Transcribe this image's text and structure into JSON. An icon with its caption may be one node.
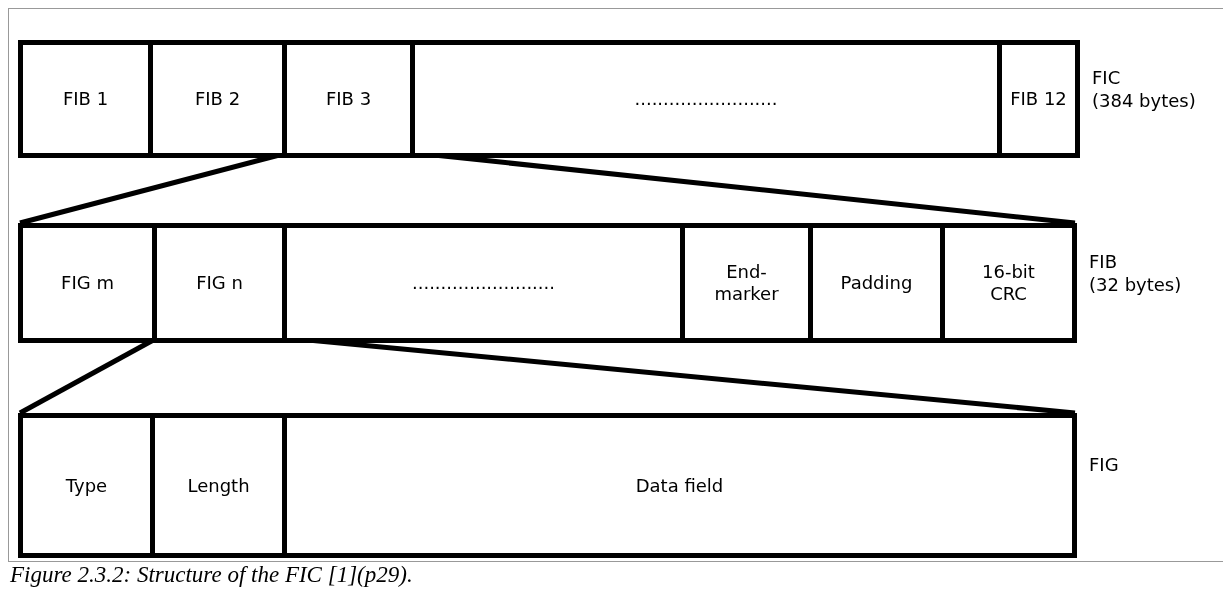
{
  "diagram": {
    "caption": "Figure 2.3.2: Structure of the FIC [1](p29).",
    "nodes": [
      {
        "text": [],
        "shape": "box",
        "beside": [
          "FIC (384 bytes)"
        ]
      },
      {
        "text": [
          "FIB 1"
        ],
        "in": 0
      },
      {
        "text": [
          "FIB 2"
        ],
        "in": 0
      },
      {
        "text": [
          "FIB 3"
        ],
        "in": 0
      },
      {
        "text": [
          "........................."
        ],
        "in": 0
      },
      {
        "text": [
          "FIB 12"
        ],
        "in": 0
      },
      {
        "text": [],
        "shape": "box",
        "beside": [
          "FIB (32 bytes)"
        ]
      },
      {
        "text": [
          "FIG m"
        ],
        "in": 6
      },
      {
        "text": [
          "FIG n"
        ],
        "in": 6
      },
      {
        "text": [
          "........................."
        ],
        "in": 6
      },
      {
        "text": [
          "End- marker"
        ],
        "in": 6
      },
      {
        "text": [
          "Padding"
        ],
        "in": 6
      },
      {
        "text": [
          "16-bit CRC"
        ],
        "in": 6
      },
      {
        "text": [],
        "shape": "box",
        "beside": [
          "FIG"
        ]
      },
      {
        "text": [
          "Type"
        ],
        "in": 13
      },
      {
        "text": [
          "Length"
        ],
        "in": 13
      },
      {
        "text": [
          "Data field"
        ],
        "in": 13
      }
    ],
    "edges": [
      {
        "from": 3,
        "to": 6,
        "arrow": "none"
      },
      {
        "from": 3,
        "to": 6,
        "arrow": "none"
      },
      {
        "from": 8,
        "to": 13,
        "arrow": "none"
      },
      {
        "from": 8,
        "to": 13,
        "arrow": "none"
      }
    ]
  }
}
